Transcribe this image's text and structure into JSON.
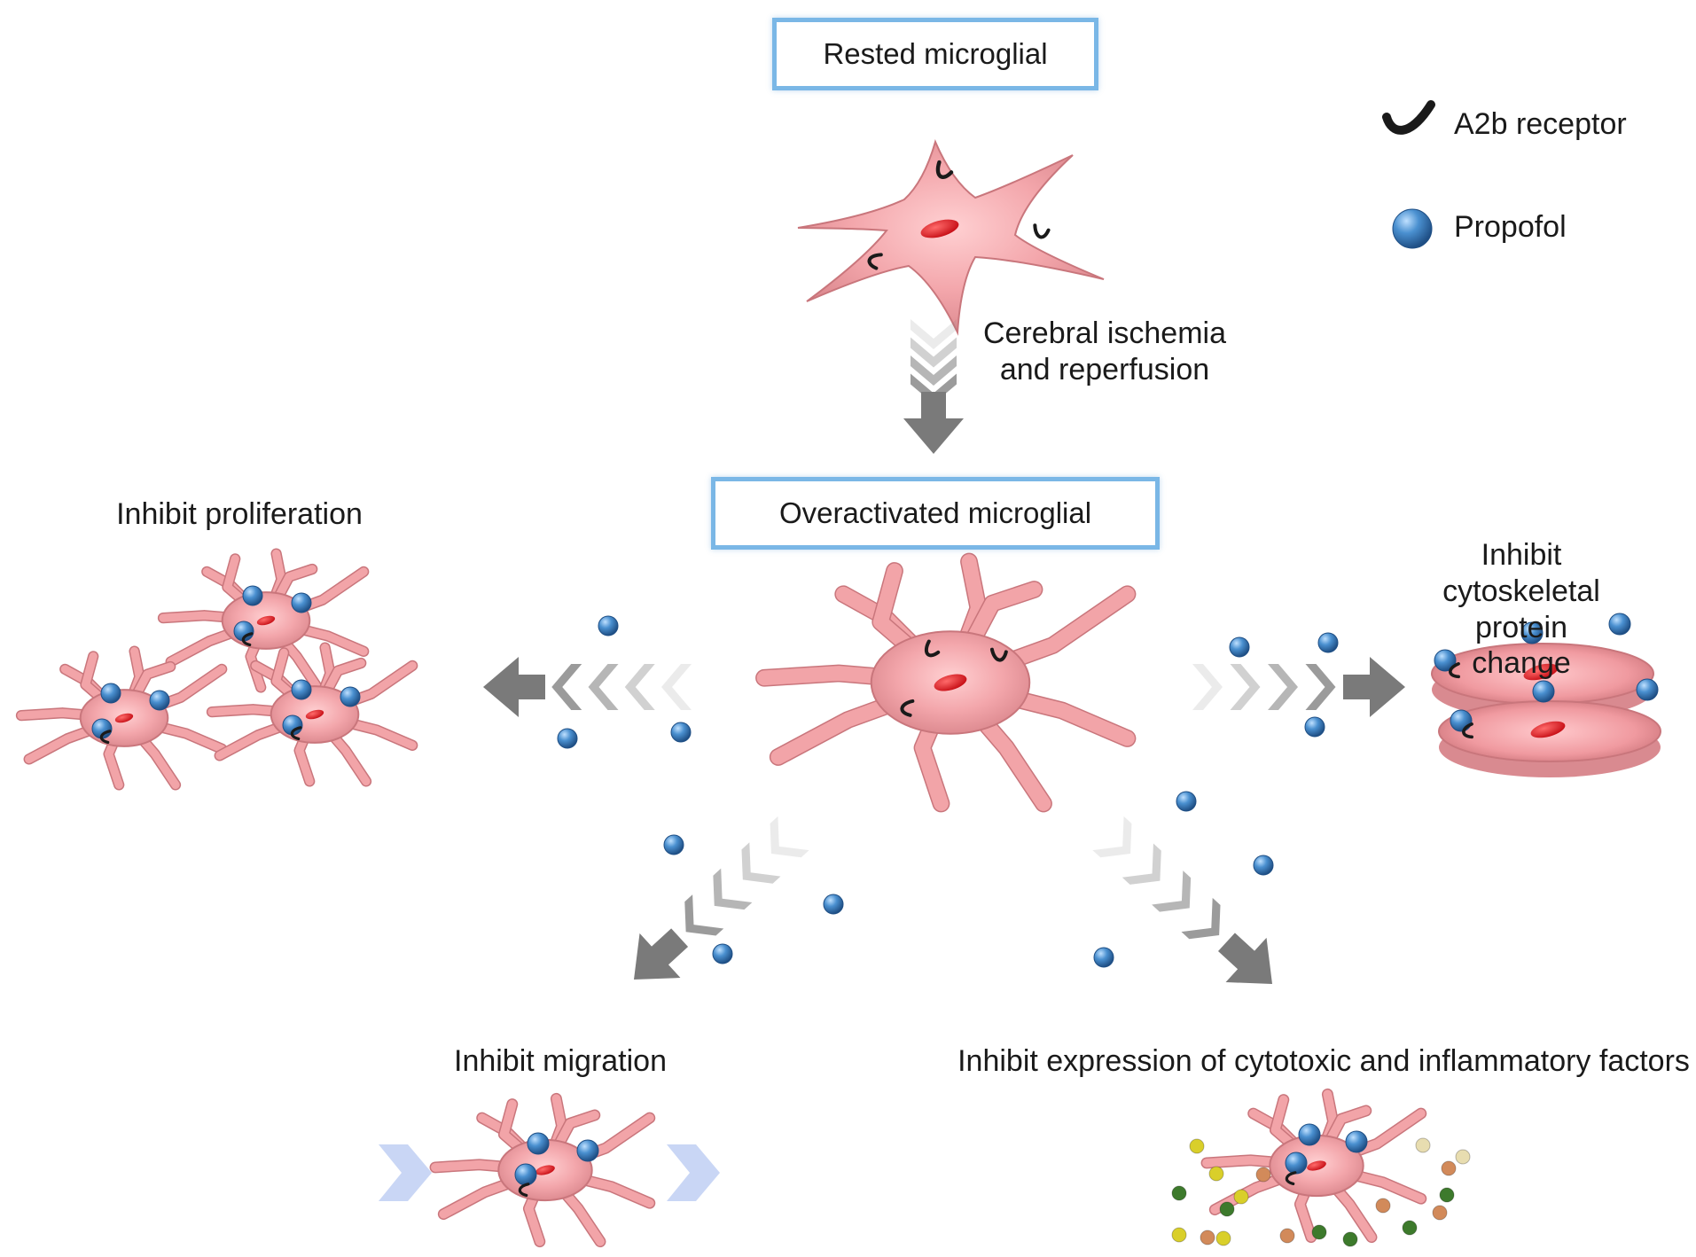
{
  "boxes": {
    "rested": "Rested microglial",
    "overactivated": "Overactivated microglial"
  },
  "transition": "Cerebral ischemia\nand reperfusion",
  "legend": {
    "receptor": "A2b receptor",
    "propofol": "Propofol"
  },
  "effects": {
    "proliferation": "Inhibit proliferation",
    "cytoskeletal": "Inhibit cytoskeletal\nprotein change",
    "migration": "Inhibit migration",
    "expression": "Inhibit expression of cytotoxic and inflammatory factors"
  },
  "colors": {
    "cell": "#f2a4a8",
    "cell_edge": "#c9767c",
    "nucleus": "#e0141c",
    "receptor": "#1a1a1a",
    "propofol": "#3c7fbf",
    "arrow": "#7a7a7a",
    "box_border": "#7ab7e6",
    "migration_chevron": "#c9d6f5",
    "factor_colors": [
      "#d9cf2a",
      "#3d7a2c",
      "#d28a5a",
      "#e8ddb0"
    ]
  }
}
